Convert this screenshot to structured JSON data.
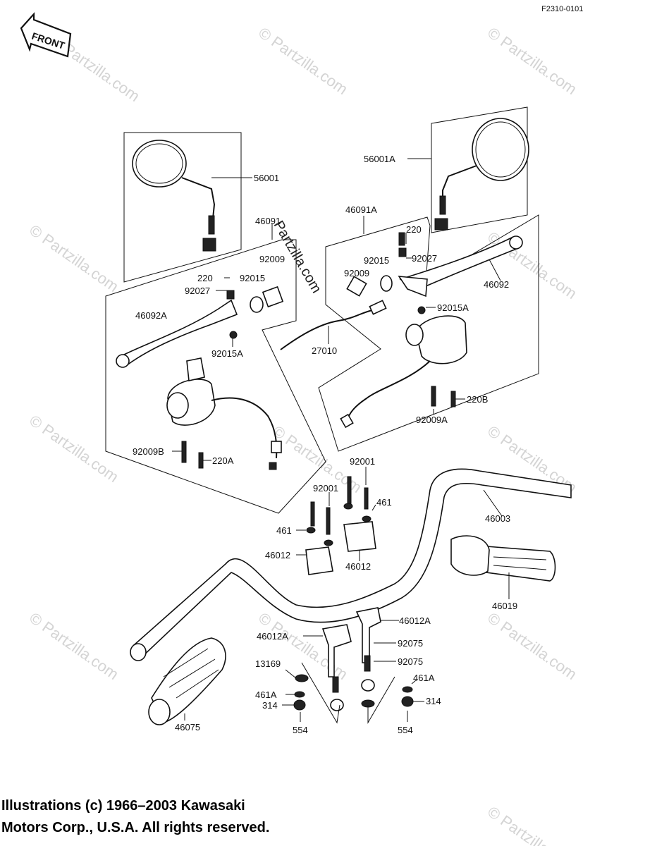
{
  "diagram_code": "F2310-0101",
  "front_label": "FRONT",
  "center_watermark": "Partzilla.com",
  "watermark_text": "© Partzilla.com",
  "copyright": {
    "line1": "Illustrations (c) 1966–2003 Kawasaki",
    "line2": "Motors Corp., U.S.A.  All rights reserved."
  },
  "callouts": [
    "56001",
    "56001A",
    "46091",
    "46091A",
    "220",
    "92015",
    "92027",
    "92009",
    "46092",
    "92015A",
    "220",
    "92027",
    "92015",
    "92009",
    "46092A",
    "92015A",
    "27010",
    "220B",
    "92009A",
    "92009B",
    "220A",
    "92001",
    "92001",
    "461",
    "461",
    "46003",
    "46012",
    "46012",
    "46019",
    "46012A",
    "46012A",
    "92075",
    "92075",
    "13169",
    "461A",
    "461A",
    "314",
    "314",
    "554",
    "554",
    "46075"
  ]
}
